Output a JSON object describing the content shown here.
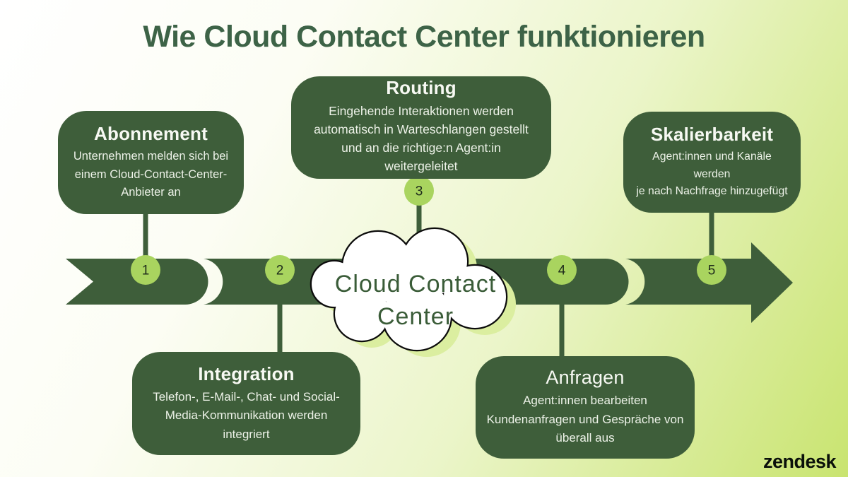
{
  "title": "Wie Cloud Contact Center funktionieren",
  "brand": {
    "logo_text": "zendesk"
  },
  "cloud": {
    "line1": "Cloud Contact",
    "line2": "Center"
  },
  "colors": {
    "dark_green": "#3E5E3A",
    "accent_circle_green": "#A9D45F",
    "title_green": "#3D6347",
    "cloud_shadow_green": "#DBEEA0",
    "background_start": "#FFFFFF",
    "background_end": "#C9E470"
  },
  "steps": [
    {
      "number": "1",
      "title": "Abonnement",
      "description": "Unternehmen melden sich bei\neinem Cloud-Contact-Center-\nAnbieter an",
      "position": "top"
    },
    {
      "number": "2",
      "title": "Integration",
      "description": "Telefon-, E-Mail-, Chat- und Social-\nMedia-Kommunikation werden\nintegriert",
      "position": "bottom"
    },
    {
      "number": "3",
      "title": "Routing",
      "description": "Eingehende Interaktionen werden\nautomatisch in Warteschlangen gestellt\nund an die richtige:n Agent:in\nweitergeleitet",
      "position": "top"
    },
    {
      "number": "4",
      "title": "Anfragen",
      "description": "Agent:innen bearbeiten\nKundenanfragen und Gespräche von\nüberall aus",
      "position": "bottom"
    },
    {
      "number": "5",
      "title": "Skalierbarkeit",
      "description": "Agent:innen und Kanäle werden\nje nach Nachfrage hinzugefügt",
      "position": "top"
    }
  ]
}
